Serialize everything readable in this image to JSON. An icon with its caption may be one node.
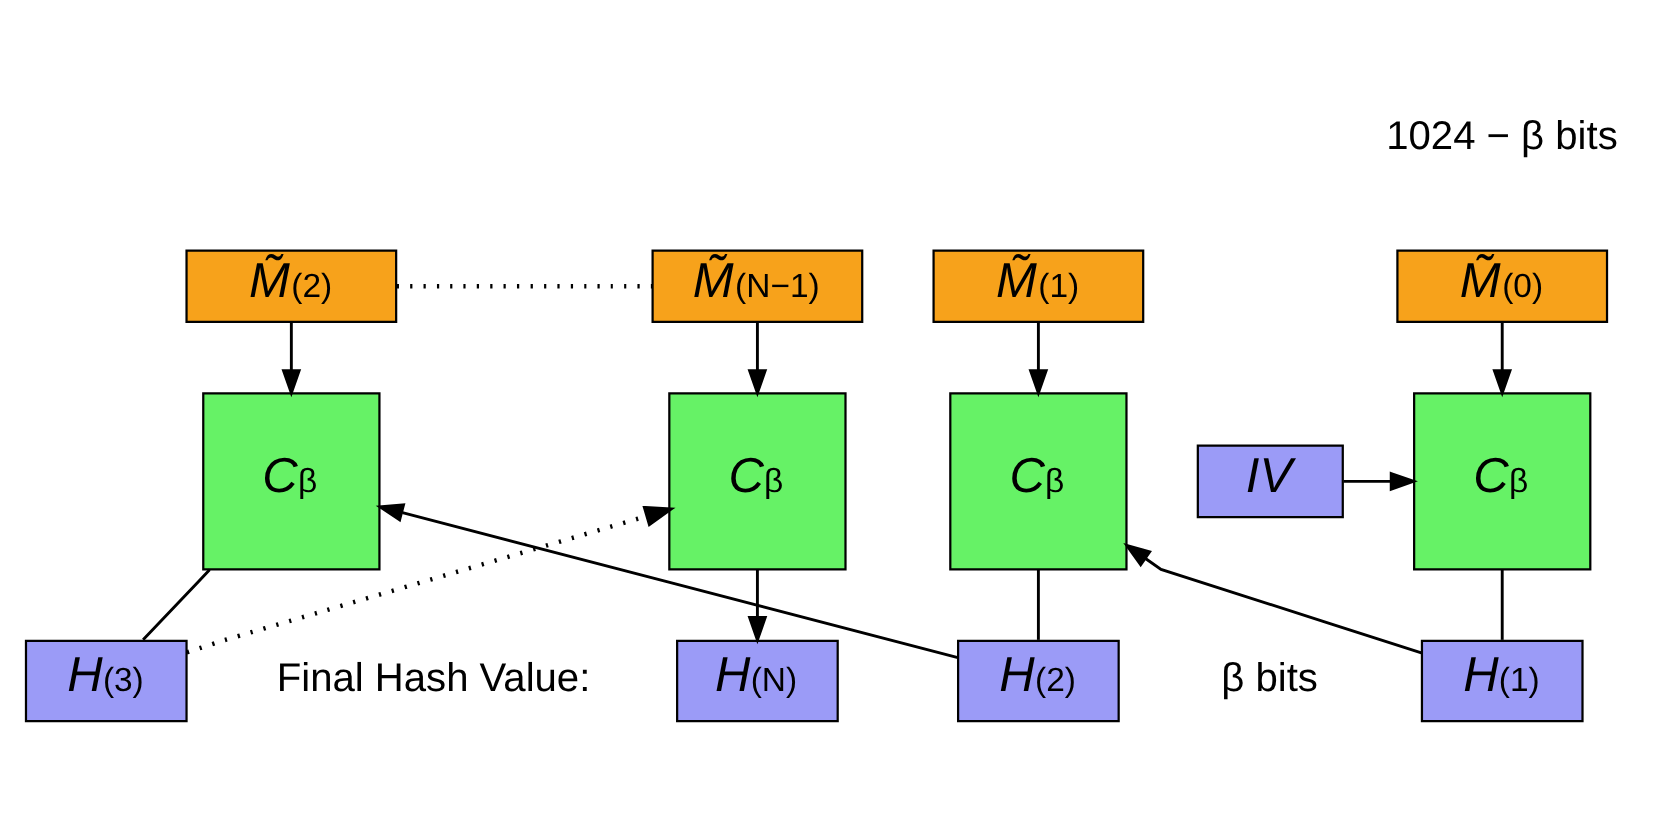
{
  "diagram": {
    "nodes": [
      {
        "text": [
          "*M̃*$^{(0)}$"
        ]
      },
      {
        "text": [
          "*M̃*$^{(1)}$"
        ]
      },
      {
        "text": [
          "*M̃*$^{(2)}$"
        ]
      },
      {
        "text": [
          "*M̃*$^{(N−1)}$"
        ]
      },
      {
        "text": [
          "*IV*"
        ]
      },
      {
        "text": [
          "*C*$_{β}$"
        ]
      },
      {
        "text": [
          "*C*$_{β}$"
        ]
      },
      {
        "text": [
          "*C*$_{β}$"
        ]
      },
      {
        "text": [
          "*C*$_{β}$"
        ]
      },
      {
        "text": [
          "*H*$^{(1)}$"
        ]
      },
      {
        "text": [
          "*H*$^{(2)}$"
        ]
      },
      {
        "text": [
          "*H*$^{(3)}$"
        ]
      },
      {
        "text": [
          "*H*$^{(N)}$"
        ],
        "beside": [
          "Final Hash Value:"
        ]
      }
    ],
    "edges": [
      {
        "from": 0,
        "to": 5,
        "arrow": "to"
      },
      {
        "from": 1,
        "to": 6,
        "arrow": "to"
      },
      {
        "from": 2,
        "to": 7,
        "arrow": "to"
      },
      {
        "from": 3,
        "to": 8,
        "arrow": "to"
      },
      {
        "from": 2,
        "to": 3,
        "arrow": "none",
        "style": "dashed"
      },
      {
        "from": 4,
        "to": 5,
        "arrow": "to"
      },
      {
        "from": 5,
        "to": 9,
        "arrow": "none"
      },
      {
        "from": 9,
        "to": 6,
        "arrow": "to"
      },
      {
        "from": 6,
        "to": 10,
        "arrow": "none"
      },
      {
        "from": 10,
        "to": 7,
        "arrow": "to"
      },
      {
        "from": 7,
        "to": 11,
        "arrow": "none"
      },
      {
        "from": 11,
        "to": 8,
        "arrow": "to",
        "style": "dashed"
      },
      {
        "from": 8,
        "to": 12,
        "arrow": "to"
      }
    ],
    "labels": [
      "1024 − β bits",
      "β bits"
    ]
  }
}
